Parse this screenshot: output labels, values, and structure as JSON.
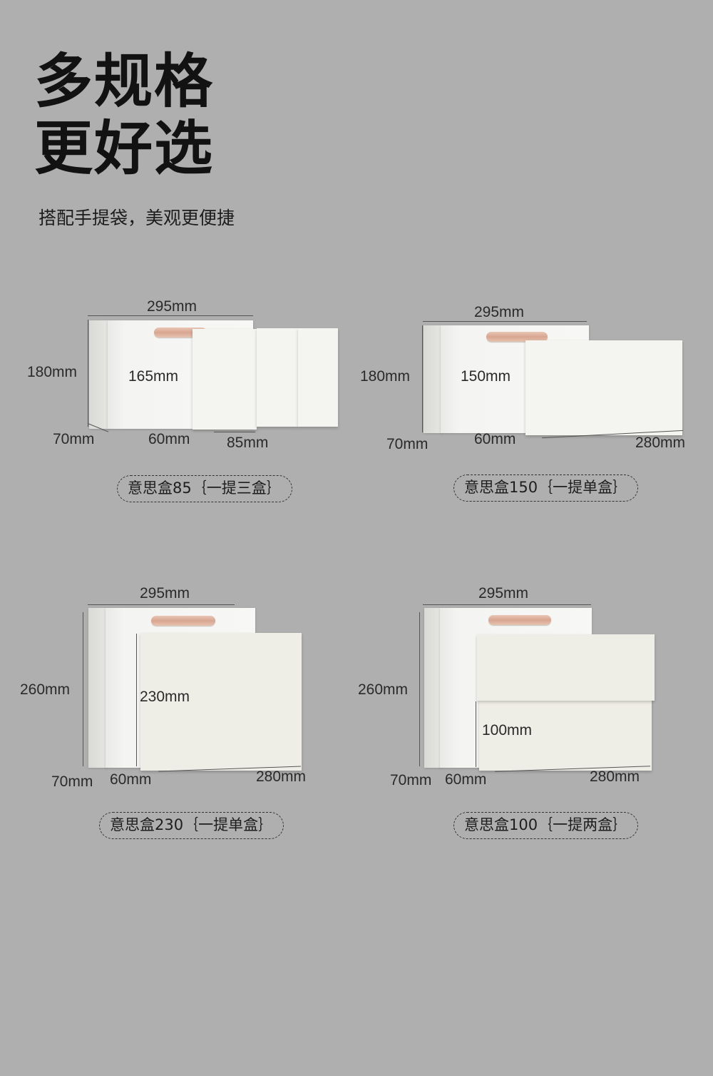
{
  "headline": {
    "line1": "多规格",
    "line2": "更好选"
  },
  "subtitle": "搭配手提袋，美观更便捷",
  "products": [
    {
      "label": "意思盒85｛一提三盒｝",
      "dims": {
        "bag_width": "295mm",
        "bag_height": "180mm",
        "bag_depth": "70mm",
        "box_height": "165mm",
        "box_depth": "60mm",
        "box_width": "85mm"
      }
    },
    {
      "label": "意思盒150｛一提单盒｝",
      "dims": {
        "bag_width": "295mm",
        "bag_height": "180mm",
        "bag_depth": "70mm",
        "box_height": "150mm",
        "box_depth": "60mm",
        "box_width": "280mm"
      }
    },
    {
      "label": "意思盒230｛一提单盒｝",
      "dims": {
        "bag_width": "295mm",
        "bag_height": "260mm",
        "bag_depth": "70mm",
        "box_height": "230mm",
        "box_depth": "60mm",
        "box_width": "280mm"
      }
    },
    {
      "label": "意思盒100｛一提两盒｝",
      "dims": {
        "bag_width": "295mm",
        "bag_height": "260mm",
        "bag_depth": "70mm",
        "box_height": "100mm",
        "box_depth": "60mm",
        "box_width": "280mm"
      }
    }
  ],
  "colors": {
    "background": "#afafaf",
    "handle": "#dcae98",
    "bag": "#f5f5f3",
    "box": "#efeee6"
  }
}
